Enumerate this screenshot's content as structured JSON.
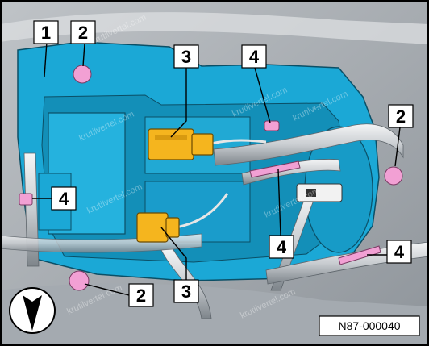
{
  "figure_code": "N87-000040",
  "watermark_text": "krutilvertel.com",
  "component_color": "#1ba8d6",
  "connector_color": "#f5b51e",
  "fastener_color": "#f2a0d4",
  "callouts": [
    {
      "id": "c1",
      "text": "1"
    },
    {
      "id": "c2a",
      "text": "2"
    },
    {
      "id": "c3a",
      "text": "3"
    },
    {
      "id": "c4a",
      "text": "4"
    },
    {
      "id": "c2b",
      "text": "2"
    },
    {
      "id": "c4b",
      "text": "4"
    },
    {
      "id": "c4c",
      "text": "4"
    },
    {
      "id": "c4d",
      "text": "4"
    },
    {
      "id": "c2c",
      "text": "2"
    },
    {
      "id": "c3b",
      "text": "3"
    }
  ],
  "north_arrow_icon": "direction-arrow-icon"
}
